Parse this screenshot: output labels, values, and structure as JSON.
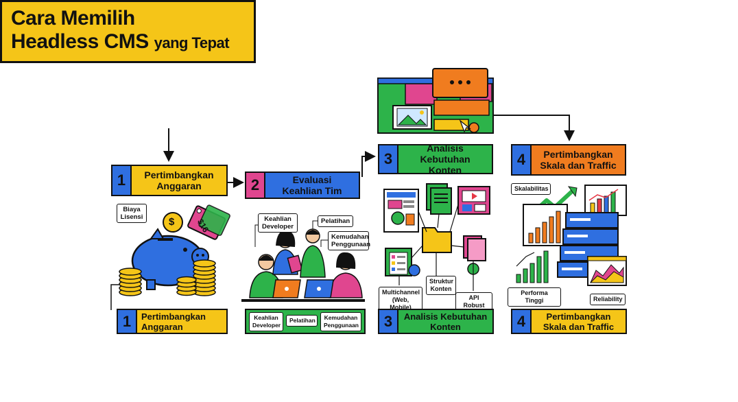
{
  "title": {
    "line1": "Cara Memilih",
    "line2_main": "Headless CMS",
    "line2_small": "yang Tepat"
  },
  "steps": [
    {
      "number": "1",
      "label": "Pertimbangkan\nAnggaran",
      "color": "#f5c518",
      "num_color": "#2f6fe0"
    },
    {
      "number": "2",
      "label": "Evaluasi\nKeahlian Tim",
      "color": "#2f6fe0",
      "num_color": "#e0468f"
    },
    {
      "number": "3",
      "label": "Analisis\nKebutuhan Konten",
      "color": "#2db34a",
      "num_color": "#2f6fe0"
    },
    {
      "number": "4",
      "label": "Pertimbangkan\nSkala dan Traffic",
      "color": "#f07c1f",
      "num_color": "#2f6fe0"
    }
  ],
  "bottom_steps": [
    {
      "number": "1",
      "label": "Pertimbangkan\nAnggaran"
    },
    {
      "number": "3",
      "label": "Analisis Kebutuhan\nKonten"
    },
    {
      "number": "4",
      "label": "Pertimbangkan\nSkala dan Traffic"
    }
  ],
  "budget": {
    "license_tag": "Biaya\nLisensi",
    "coin_symbol": "$",
    "price_tag": "$16"
  },
  "team": {
    "tags": [
      "Keahlian\nDeveloper",
      "Pelatihan",
      "Kemudahan\nPenggunaan"
    ],
    "bar_items": [
      "Keahlian\nDeveloper",
      "Pelatihan",
      "Kemudahan\nPenggunaan"
    ]
  },
  "content": {
    "tags": [
      "Multichannel\n(Web, Mobile)",
      "Struktur\nKonten",
      "API Robust"
    ]
  },
  "scale": {
    "tags": [
      "Skalabilitas",
      "Performa Tinggi",
      "Reliability"
    ]
  },
  "colors": {
    "yellow": "#f5c518",
    "blue": "#2f6fe0",
    "green": "#2db34a",
    "orange": "#f07c1f",
    "pink": "#e0468f",
    "red": "#e63946"
  }
}
